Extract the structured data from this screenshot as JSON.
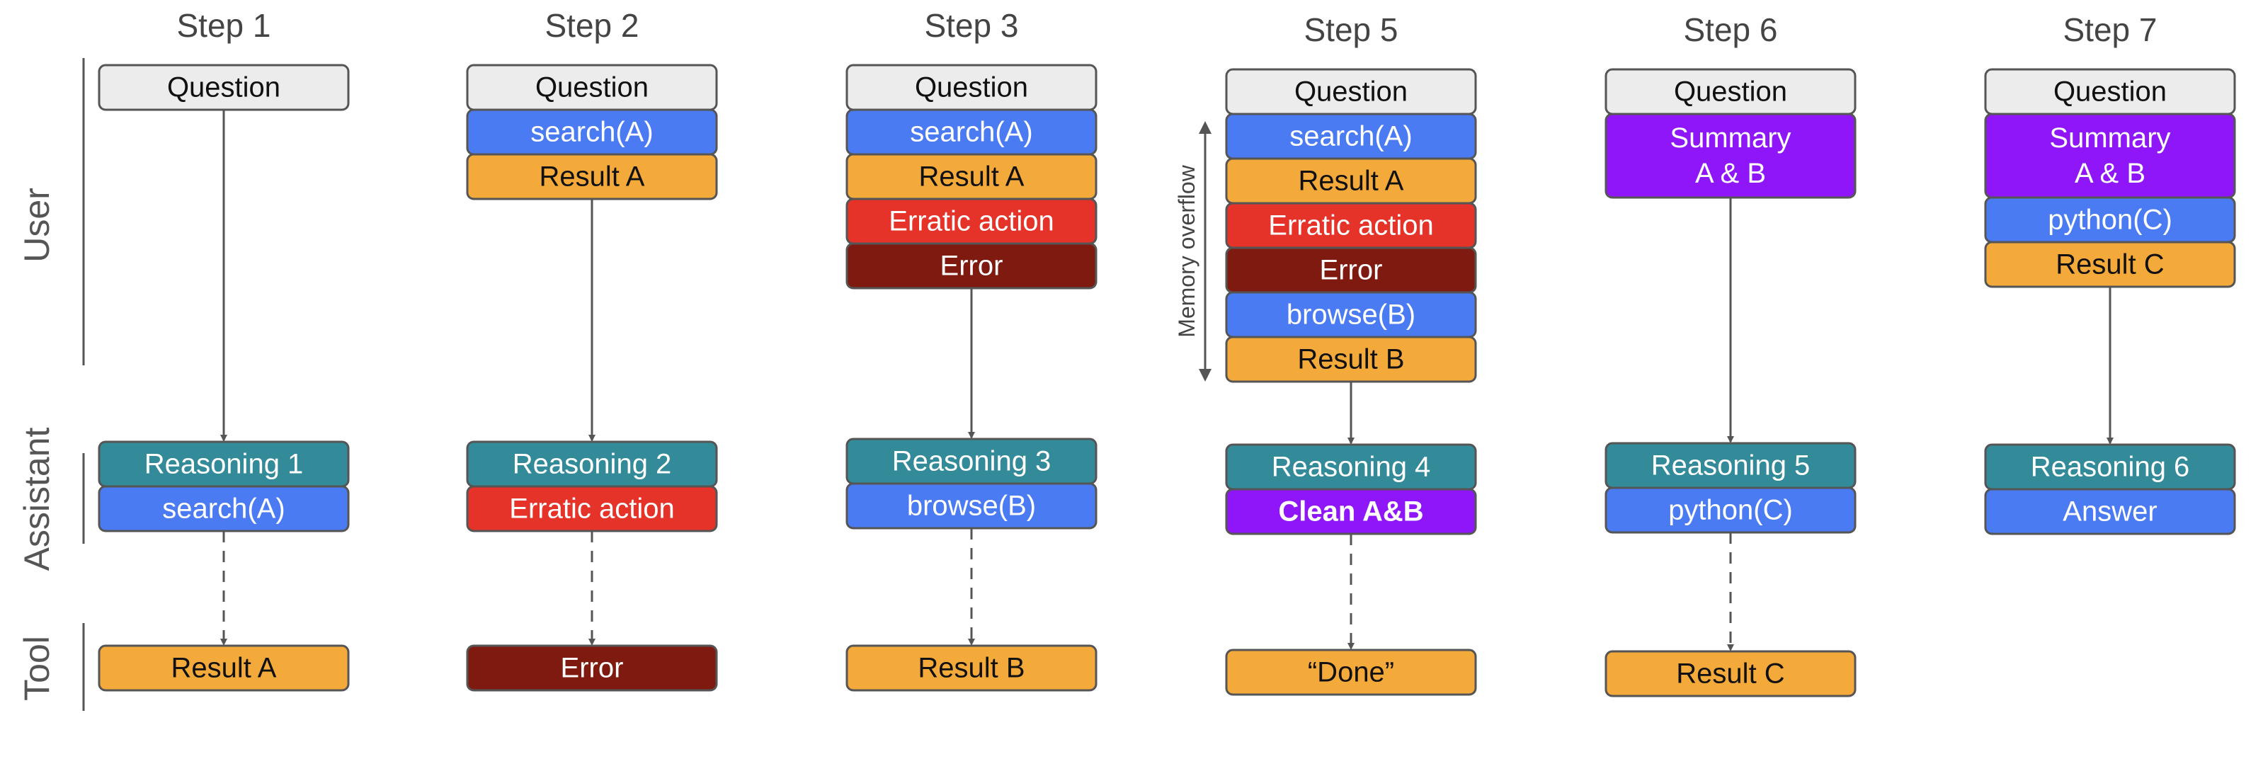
{
  "row_labels": {
    "user": "User",
    "assistant": "Assistant",
    "tool": "Tool"
  },
  "colors": {
    "question": "#ECECEC",
    "call": "#4A7BF2",
    "result": "#F4A93B",
    "erratic": "#E5332A",
    "error": "#7F1A11",
    "reasoning": "#338A99",
    "summary": "#8E16F8",
    "border": "#555555",
    "arrow": "#555555"
  },
  "memory_overflow_label": "Memory overflow",
  "steps": [
    {
      "title": "Step 1",
      "user": [
        {
          "lines": [
            "Question"
          ],
          "kind": "question"
        }
      ],
      "assistant": [
        {
          "lines": [
            "Reasoning 1"
          ],
          "kind": "reasoning"
        },
        {
          "lines": [
            "search(A)"
          ],
          "kind": "call"
        }
      ],
      "tool": {
        "lines": [
          "Result A"
        ],
        "kind": "result"
      }
    },
    {
      "title": "Step 2",
      "user": [
        {
          "lines": [
            "Question"
          ],
          "kind": "question"
        },
        {
          "lines": [
            "search(A)"
          ],
          "kind": "call"
        },
        {
          "lines": [
            "Result A"
          ],
          "kind": "result"
        }
      ],
      "assistant": [
        {
          "lines": [
            "Reasoning 2"
          ],
          "kind": "reasoning"
        },
        {
          "lines": [
            "Erratic action"
          ],
          "kind": "erratic"
        }
      ],
      "tool": {
        "lines": [
          "Error"
        ],
        "kind": "error"
      }
    },
    {
      "title": "Step 3",
      "user": [
        {
          "lines": [
            "Question"
          ],
          "kind": "question"
        },
        {
          "lines": [
            "search(A)"
          ],
          "kind": "call"
        },
        {
          "lines": [
            "Result A"
          ],
          "kind": "result"
        },
        {
          "lines": [
            "Erratic action"
          ],
          "kind": "erratic"
        },
        {
          "lines": [
            "Error"
          ],
          "kind": "error"
        }
      ],
      "assistant": [
        {
          "lines": [
            "Reasoning 3"
          ],
          "kind": "reasoning"
        },
        {
          "lines": [
            "browse(B)"
          ],
          "kind": "call"
        }
      ],
      "tool": {
        "lines": [
          "Result B"
        ],
        "kind": "result"
      }
    },
    {
      "title": "Step 5",
      "user": [
        {
          "lines": [
            "Question"
          ],
          "kind": "question"
        },
        {
          "lines": [
            "search(A)"
          ],
          "kind": "call"
        },
        {
          "lines": [
            "Result A"
          ],
          "kind": "result"
        },
        {
          "lines": [
            "Erratic action"
          ],
          "kind": "erratic"
        },
        {
          "lines": [
            "Error"
          ],
          "kind": "error"
        },
        {
          "lines": [
            "browse(B)"
          ],
          "kind": "call"
        },
        {
          "lines": [
            "Result B"
          ],
          "kind": "result"
        }
      ],
      "assistant": [
        {
          "lines": [
            "Reasoning 4"
          ],
          "kind": "reasoning"
        },
        {
          "lines": [
            "Clean A&B"
          ],
          "kind": "summary",
          "bold": true
        }
      ],
      "tool": {
        "lines": [
          "“Done”"
        ],
        "kind": "result"
      }
    },
    {
      "title": "Step 6",
      "user": [
        {
          "lines": [
            "Question"
          ],
          "kind": "question"
        },
        {
          "lines": [
            "Summary",
            "A & B"
          ],
          "kind": "summary"
        }
      ],
      "assistant": [
        {
          "lines": [
            "Reasoning 5"
          ],
          "kind": "reasoning"
        },
        {
          "lines": [
            "python(C)"
          ],
          "kind": "call"
        }
      ],
      "tool": {
        "lines": [
          "Result C"
        ],
        "kind": "result"
      }
    },
    {
      "title": "Step 7",
      "user": [
        {
          "lines": [
            "Question"
          ],
          "kind": "question"
        },
        {
          "lines": [
            "Summary",
            "A & B"
          ],
          "kind": "summary"
        },
        {
          "lines": [
            "python(C)"
          ],
          "kind": "call"
        },
        {
          "lines": [
            "Result C"
          ],
          "kind": "result"
        }
      ],
      "assistant": [
        {
          "lines": [
            "Reasoning 6"
          ],
          "kind": "reasoning"
        },
        {
          "lines": [
            "Answer"
          ],
          "kind": "call"
        }
      ],
      "tool": null
    }
  ]
}
